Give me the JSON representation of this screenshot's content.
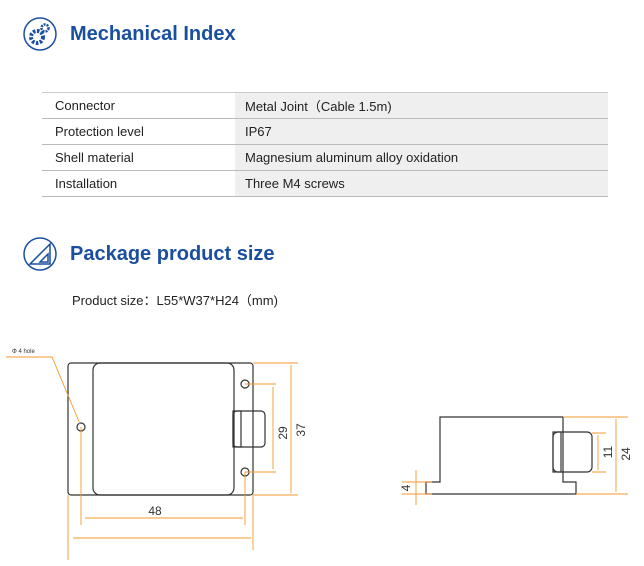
{
  "sections": {
    "mechanical_title": "Mechanical Index",
    "package_title": "Package product size"
  },
  "specs": [
    {
      "label": "Connector",
      "value": "Metal Joint（Cable 1.5m)"
    },
    {
      "label": "Protection level",
      "value": "IP67"
    },
    {
      "label": "Shell material",
      "value": "Magnesium aluminum alloy oxidation"
    },
    {
      "label": "Installation",
      "value": "Three M4 screws"
    }
  ],
  "product_size": "Product size：L55*W37*H24（mm)",
  "drawing": {
    "hole_label": "Φ 4 hole",
    "dim_48": "48",
    "dim_29": "29",
    "dim_37": "37",
    "dim_4": "4",
    "dim_11": "11",
    "dim_24": "24"
  },
  "colors": {
    "accent": "#1a4fa0",
    "dimension": "#f39a2b"
  }
}
